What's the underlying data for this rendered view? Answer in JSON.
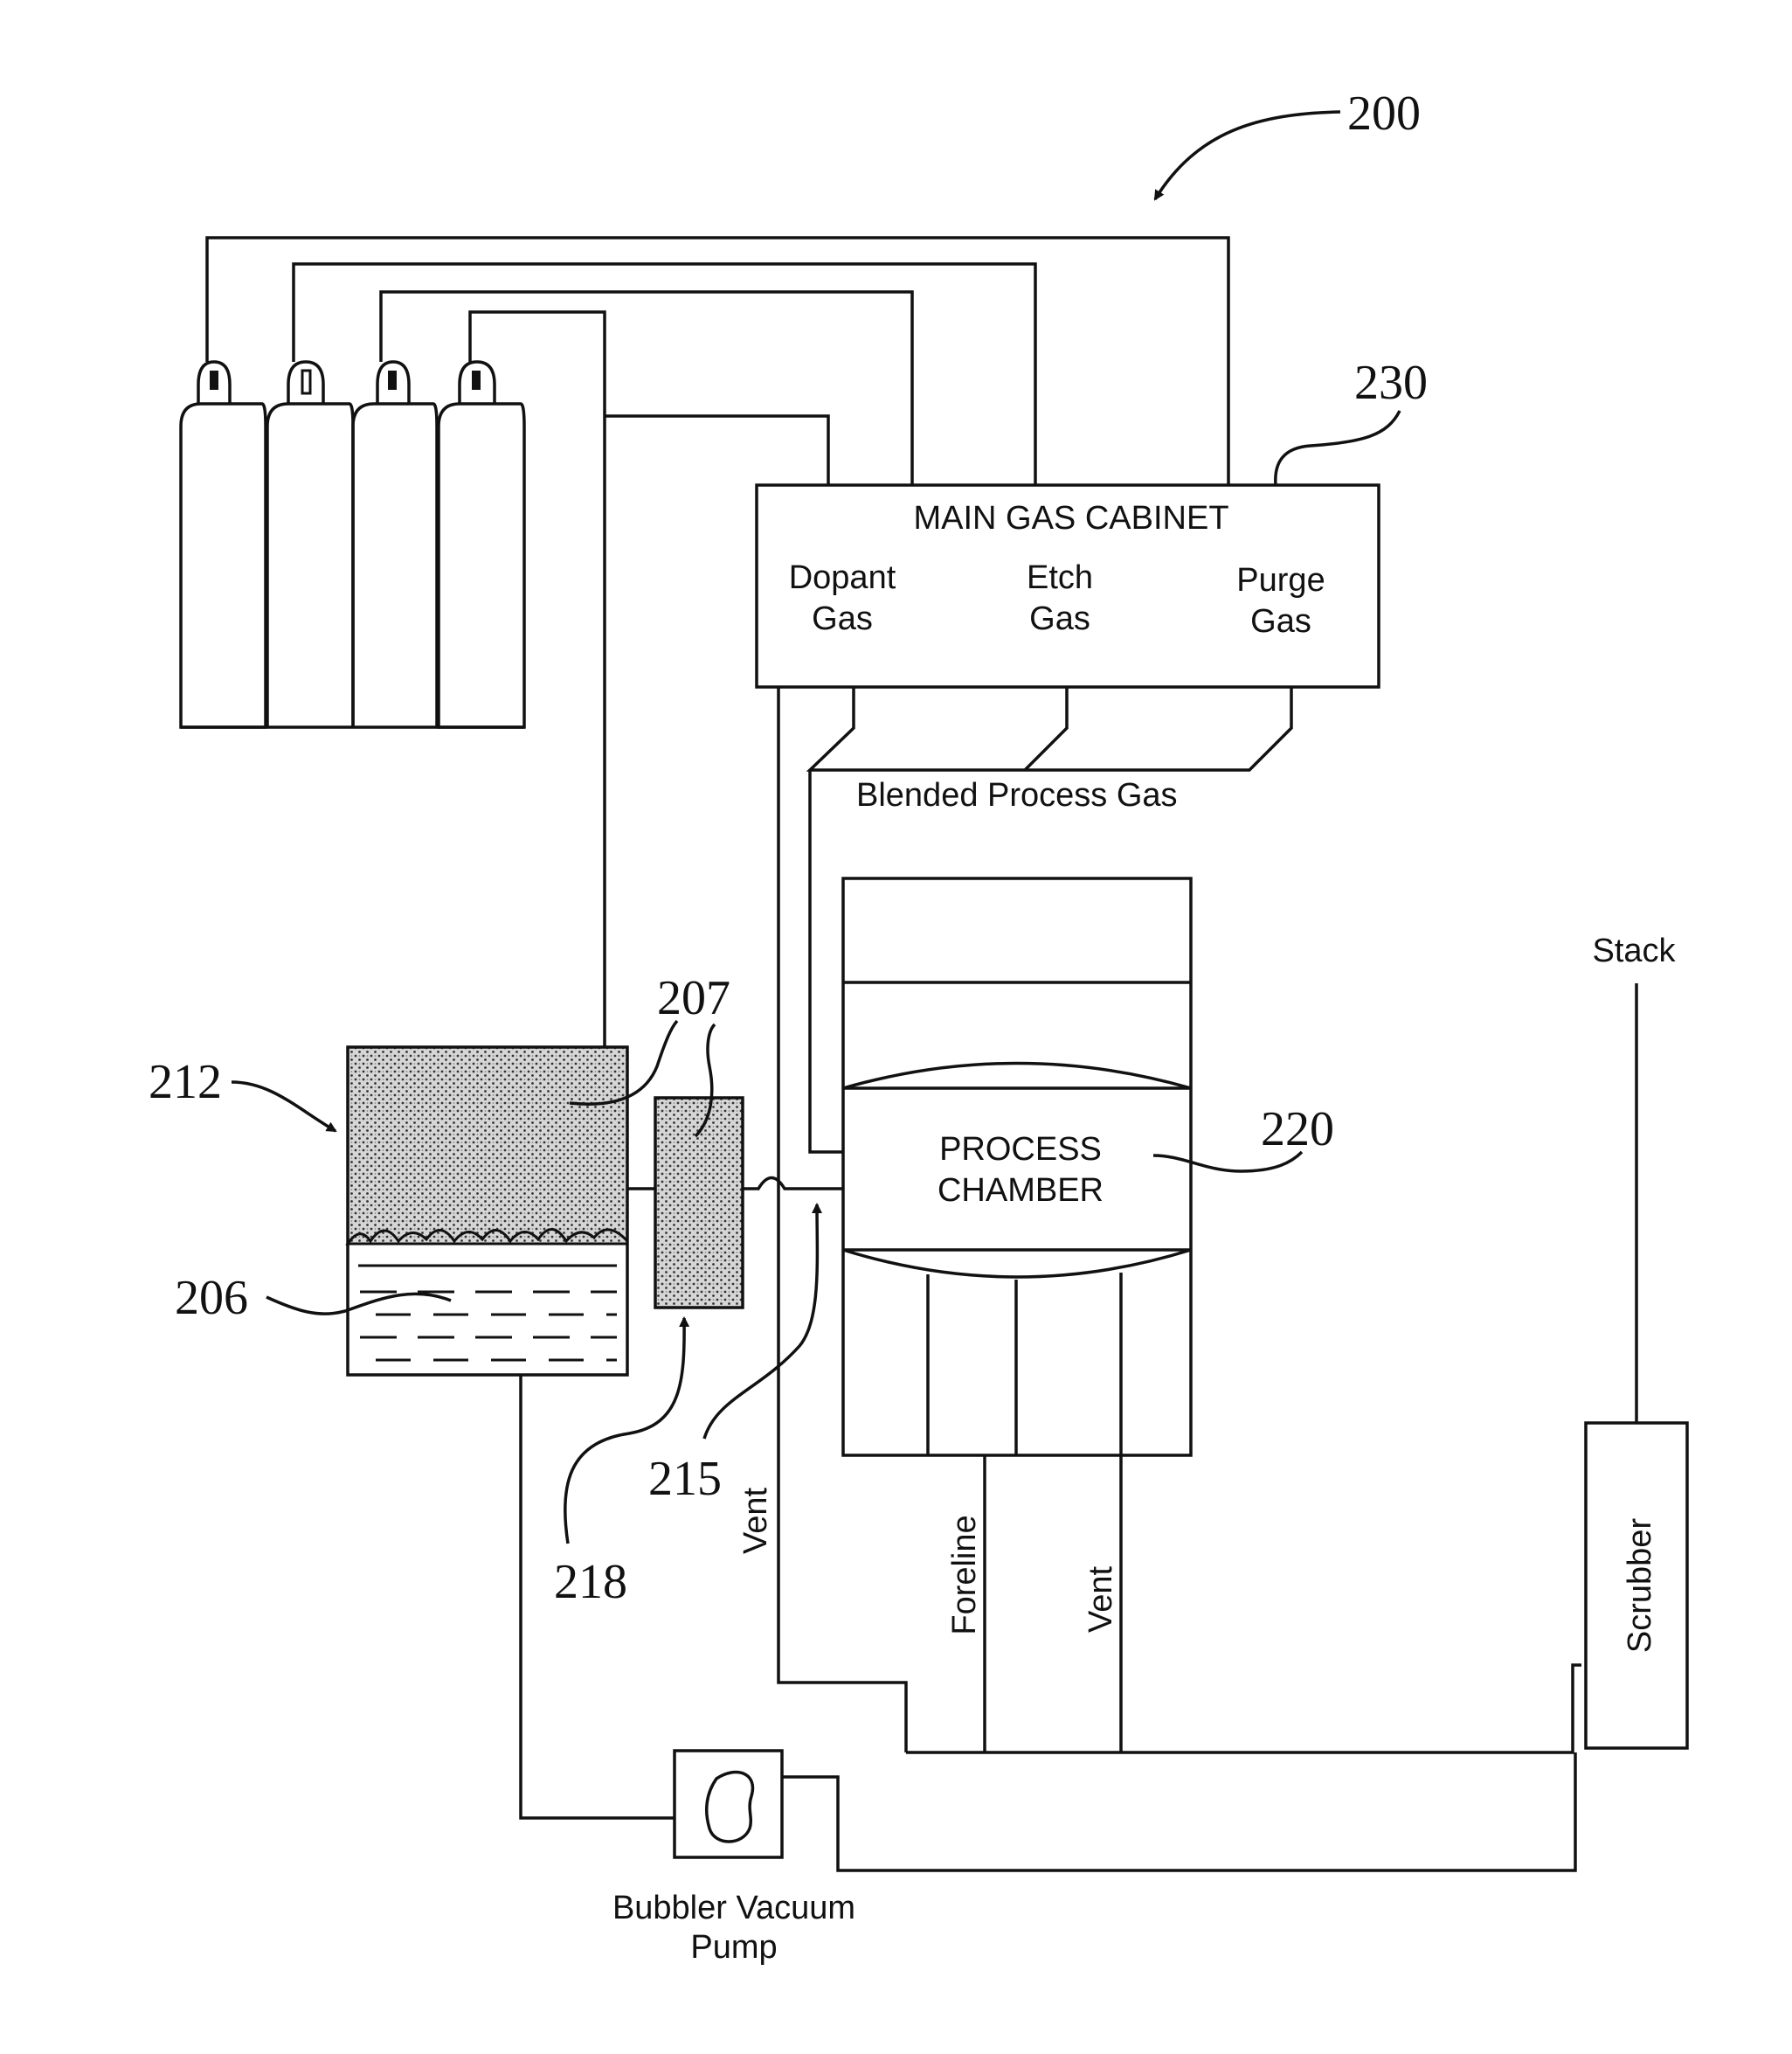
{
  "figure": {
    "ref_main": "200",
    "ref_cabinet": "230",
    "ref_chamber": "220",
    "ref_bubbler": "212",
    "ref_liquid": "206",
    "ref_vapor": "207",
    "ref_filter": "218",
    "ref_inlet": "215"
  },
  "cabinet": {
    "title": "MAIN GAS CABINET",
    "dopant_1": "Dopant",
    "dopant_2": "Gas",
    "etch_1": "Etch",
    "etch_2": "Gas",
    "purge_1": "Purge",
    "purge_2": "Gas"
  },
  "lines": {
    "blended": "Blended Process Gas",
    "vent_left": "Vent",
    "foreline": "Foreline",
    "vent_right": "Vent"
  },
  "chamber": {
    "line1": "PROCESS",
    "line2": "CHAMBER"
  },
  "stack": "Stack",
  "scrubber": "Scrubber",
  "pump": {
    "line1": "Bubbler Vacuum",
    "line2": "Pump"
  }
}
